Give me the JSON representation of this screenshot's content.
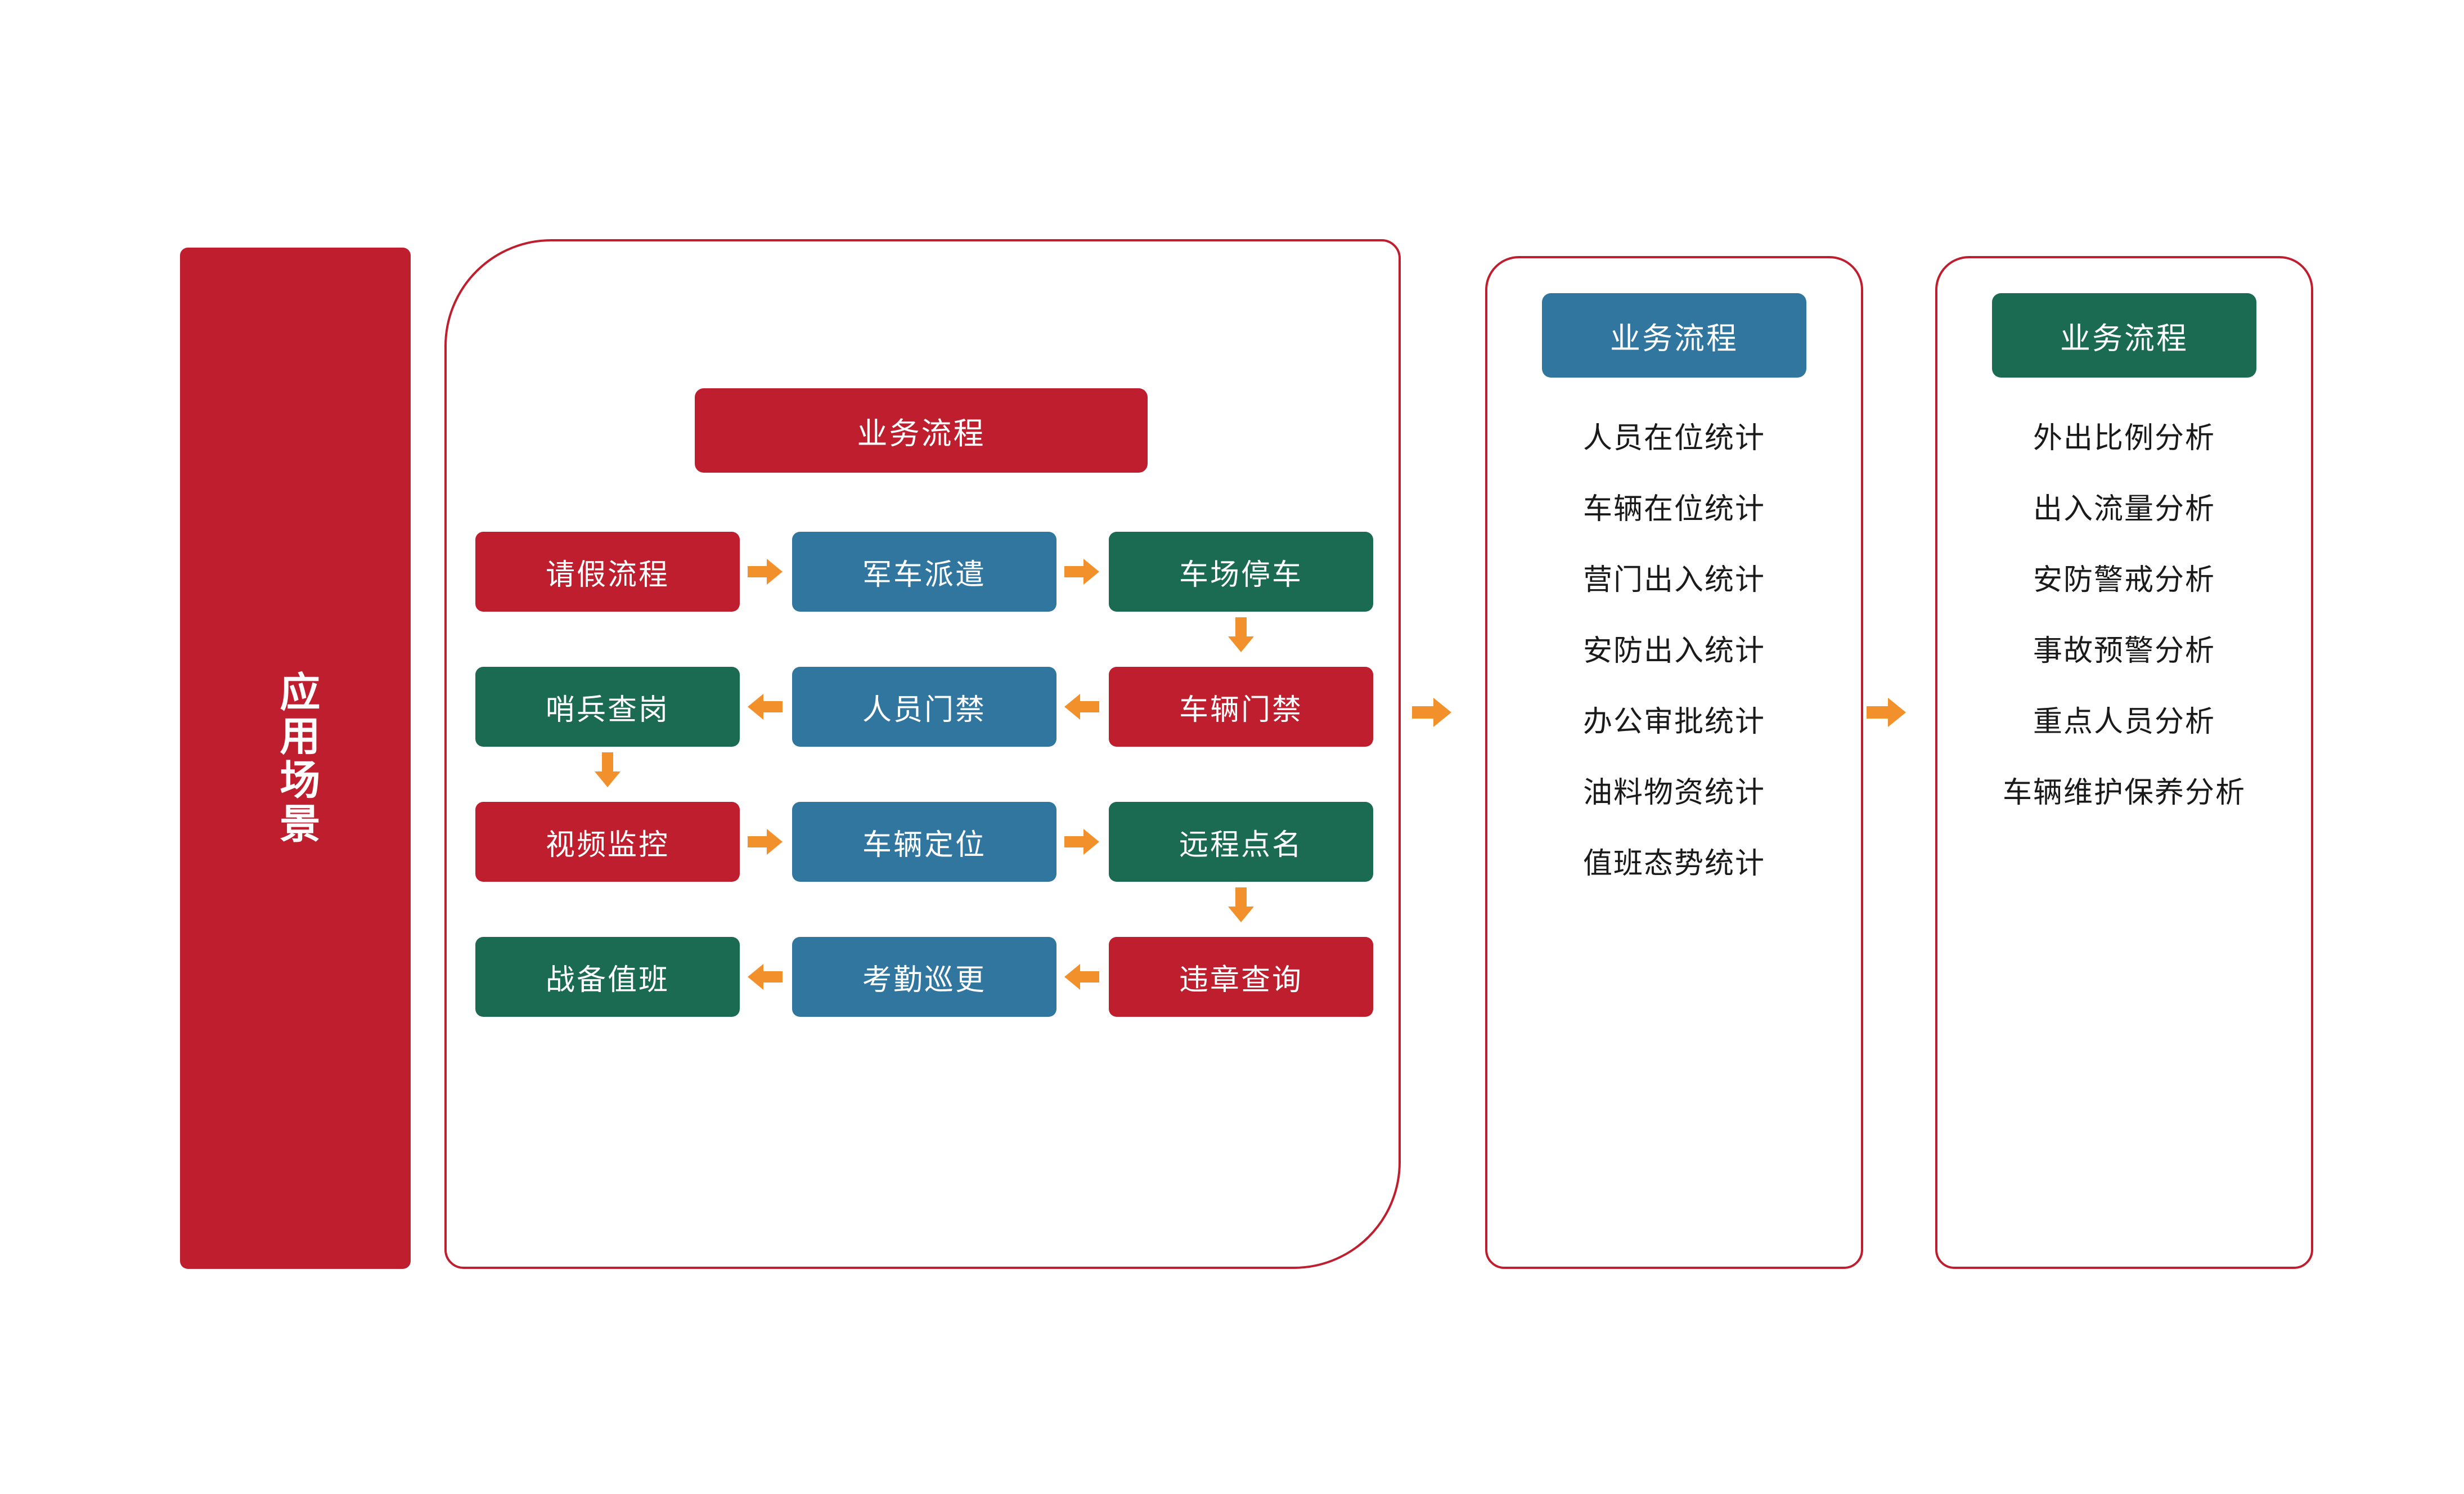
{
  "theme": {
    "red": "#BE1E2D",
    "blue": "#31769F",
    "green": "#1A6B52",
    "arrow_orange": "#F2902B",
    "panel_border": "#BE1E2D",
    "text_dark": "#1a1a1a",
    "text_light": "#ffffff",
    "background": "#ffffff"
  },
  "sidebar": {
    "label": "应用场景"
  },
  "flow_panel": {
    "title": "业务流程",
    "title_color": "red",
    "rows": [
      {
        "direction": "right",
        "nodes": [
          {
            "label": "请假流程",
            "color": "red"
          },
          {
            "label": "军车派遣",
            "color": "blue"
          },
          {
            "label": "车场停车",
            "color": "green"
          }
        ]
      },
      {
        "direction": "left",
        "nodes": [
          {
            "label": "哨兵查岗",
            "color": "green"
          },
          {
            "label": "人员门禁",
            "color": "blue"
          },
          {
            "label": "车辆门禁",
            "color": "red"
          }
        ]
      },
      {
        "direction": "right",
        "nodes": [
          {
            "label": "视频监控",
            "color": "red"
          },
          {
            "label": "车辆定位",
            "color": "blue"
          },
          {
            "label": "远程点名",
            "color": "green"
          }
        ]
      },
      {
        "direction": "left",
        "nodes": [
          {
            "label": "战备值班",
            "color": "green"
          },
          {
            "label": "考勤巡更",
            "color": "blue"
          },
          {
            "label": "违章查询",
            "color": "red"
          }
        ]
      }
    ],
    "vertical_connectors": [
      {
        "after_row": 1,
        "column": 3,
        "direction": "down"
      },
      {
        "after_row": 2,
        "column": 1,
        "direction": "down"
      },
      {
        "after_row": 3,
        "column": 3,
        "direction": "down"
      }
    ]
  },
  "stats_panel": {
    "title": "业务流程",
    "title_color": "blue",
    "items": [
      "人员在位统计",
      "车辆在位统计",
      "营门出入统计",
      "安防出入统计",
      "办公审批统计",
      "油料物资统计",
      "值班态势统计"
    ]
  },
  "analysis_panel": {
    "title": "业务流程",
    "title_color": "green",
    "items": [
      "外出比例分析",
      "出入流量分析",
      "安防警戒分析",
      "事故预警分析",
      "重点人员分析",
      "车辆维护保养分析"
    ]
  },
  "panel_connectors": [
    {
      "from": "flow_panel",
      "to": "stats_panel",
      "direction": "right"
    },
    {
      "from": "stats_panel",
      "to": "analysis_panel",
      "direction": "right"
    }
  ]
}
